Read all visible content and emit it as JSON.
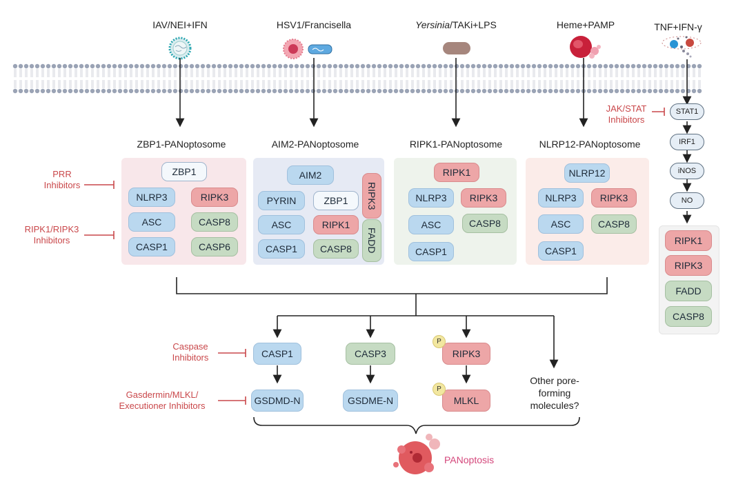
{
  "stimuli": [
    {
      "label": "IAV/NEI+IFN",
      "icon": "virus-icon"
    },
    {
      "label": "HSV1/Francisella",
      "icon": "virus-and-bacterium-icon"
    },
    {
      "label_italic": "Yersinia",
      "label_rest": "/TAKi+LPS",
      "icon": "bacterium-icon"
    },
    {
      "label": "Heme+PAMP",
      "icon": "red-blood-cell-icon"
    },
    {
      "label": "TNF+IFN-γ",
      "icon": "cytokines-icon"
    }
  ],
  "complexes": [
    {
      "title": "ZBP1-PANoptosome",
      "proteins": [
        {
          "name": "ZBP1",
          "color": "white"
        },
        {
          "name": "NLRP3",
          "color": "blue"
        },
        {
          "name": "RIPK3",
          "color": "red"
        },
        {
          "name": "ASC",
          "color": "blue"
        },
        {
          "name": "CASP8",
          "color": "green"
        },
        {
          "name": "CASP1",
          "color": "blue"
        },
        {
          "name": "CASP6",
          "color": "green"
        }
      ]
    },
    {
      "title": "AIM2-PANoptosome",
      "proteins": [
        {
          "name": "AIM2",
          "color": "blue"
        },
        {
          "name": "PYRIN",
          "color": "blue"
        },
        {
          "name": "ZBP1",
          "color": "white"
        },
        {
          "name": "ASC",
          "color": "blue"
        },
        {
          "name": "RIPK1",
          "color": "red"
        },
        {
          "name": "CASP1",
          "color": "blue"
        },
        {
          "name": "CASP8",
          "color": "green"
        },
        {
          "name": "RIPK3",
          "color": "red"
        },
        {
          "name": "FADD",
          "color": "green"
        }
      ]
    },
    {
      "title": "RIPK1-PANoptosome",
      "proteins": [
        {
          "name": "RIPK1",
          "color": "red"
        },
        {
          "name": "NLRP3",
          "color": "blue"
        },
        {
          "name": "RIPK3",
          "color": "red"
        },
        {
          "name": "ASC",
          "color": "blue"
        },
        {
          "name": "CASP8",
          "color": "green"
        },
        {
          "name": "CASP1",
          "color": "blue"
        }
      ]
    },
    {
      "title": "NLRP12-PANoptosome",
      "proteins": [
        {
          "name": "NLRP12",
          "color": "blue"
        },
        {
          "name": "NLRP3",
          "color": "blue"
        },
        {
          "name": "RIPK3",
          "color": "red"
        },
        {
          "name": "ASC",
          "color": "blue"
        },
        {
          "name": "CASP8",
          "color": "green"
        },
        {
          "name": "CASP1",
          "color": "blue"
        }
      ]
    }
  ],
  "tnf_pathway": {
    "steps": [
      "STAT1",
      "IRF1",
      "iNOS",
      "NO"
    ],
    "proteins": [
      {
        "name": "RIPK1",
        "color": "red"
      },
      {
        "name": "RIPK3",
        "color": "red"
      },
      {
        "name": "FADD",
        "color": "green"
      },
      {
        "name": "CASP8",
        "color": "green"
      }
    ]
  },
  "inhibitors": {
    "prr": [
      "PRR",
      "Inhibitors"
    ],
    "ripk": [
      "RIPK1/RIPK3",
      "Inhibitors"
    ],
    "jakstat": [
      "JAK/STAT",
      "Inhibitors"
    ],
    "caspase": [
      "Caspase",
      "Inhibitors"
    ],
    "executioner": [
      "Gasdermin/MLKL/",
      "Executioner Inhibitors"
    ]
  },
  "executors": {
    "casp1": "CASP1",
    "gsdmd": "GSDMD-N",
    "casp3": "CASP3",
    "gsdme": "GSDME-N",
    "ripk3": "RIPK3",
    "mlkl": "MLKL",
    "phospho": "P",
    "other": [
      "Other pore-",
      "forming",
      "molecules?"
    ]
  },
  "outcome": {
    "label": "PANoptosis",
    "icon": "dying-cell-icon"
  },
  "colors": {
    "inhibitor_text": "#c9474a",
    "outcome_text": "#d4477b",
    "blue_protein": "#bad8ef",
    "red_protein": "#eda6a7",
    "green_protein": "#c6dbc3"
  }
}
